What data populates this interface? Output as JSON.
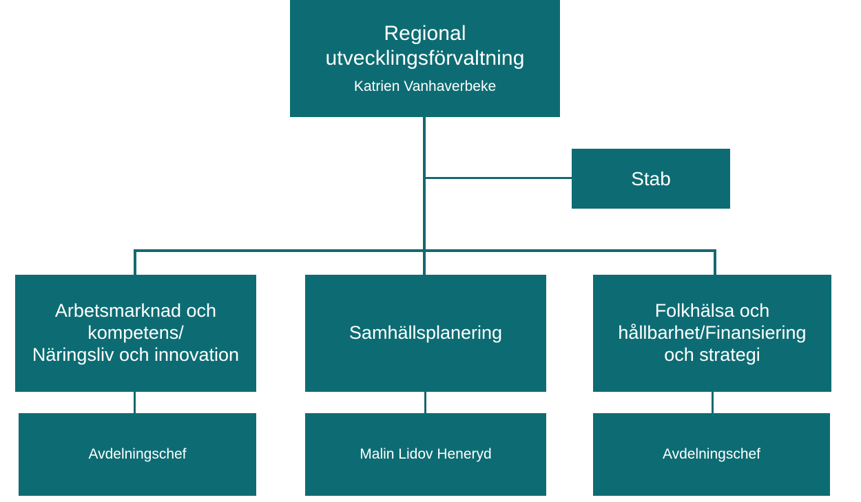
{
  "chart": {
    "type": "org-chart",
    "background_color": "#ffffff",
    "node_color": "#0d6c73",
    "node_text_color": "#ffffff",
    "connector_color": "#156870",
    "language": "sv"
  },
  "nodes": {
    "root": {
      "title": "Regional\nutvecklingsförvaltning",
      "person": "Katrien Vanhaverbeke"
    },
    "stab": {
      "title": "Stab"
    },
    "departments": [
      {
        "title": "Arbetsmarknad och\nkompetens/\nNäringsliv och innovation"
      },
      {
        "title": "Samhällsplanering"
      },
      {
        "title": "Folkhälsa och\nhållbarhet/Finansiering\noch strategi"
      }
    ],
    "managers": [
      {
        "title": "Avdelningschef"
      },
      {
        "title": "Malin Lidov Heneryd"
      },
      {
        "title": "Avdelningschef"
      }
    ]
  }
}
